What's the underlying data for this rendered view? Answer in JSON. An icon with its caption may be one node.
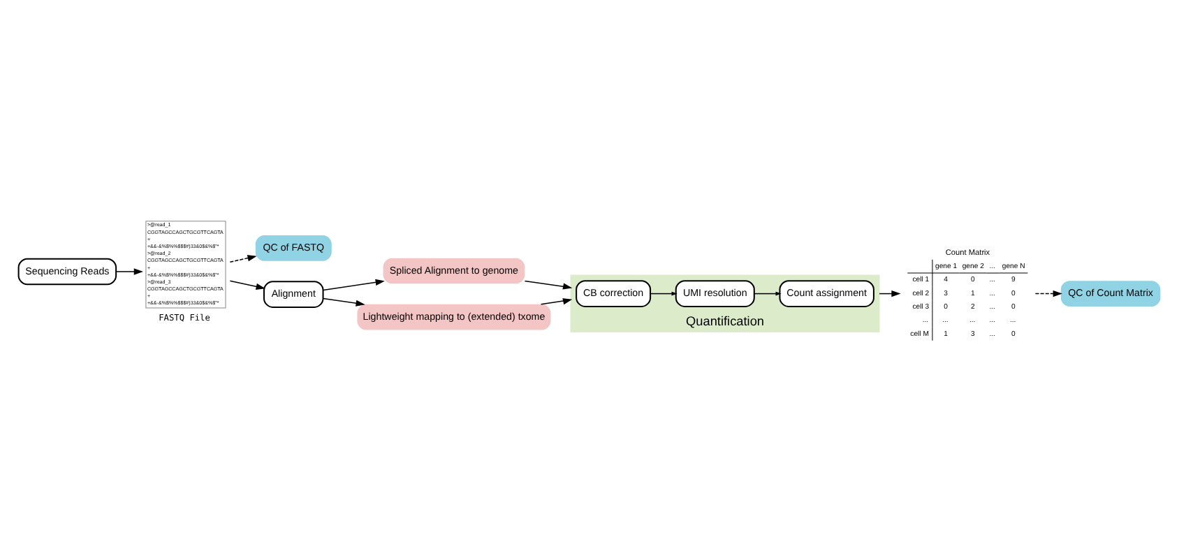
{
  "diagram": {
    "nodes": [
      {
        "text": [
          "Sequencing Reads"
        ]
      },
      {
        "text": [
          ">@read_1",
          "CGGTAGCCAGCTGCGTTCAGTA",
          "+",
          "+&&-&%$%%$$$#)33&0$&%$\"*",
          ">@read_2",
          "CGGTAGCCAGCTGCGTTCAGTA",
          "+",
          "+&&-&%$%%$$$#)33&0$&%$\"*",
          ">@read_3",
          "CGGTAGCCAGCTGCGTTCAGTA",
          "+",
          "+&&-&%$%%$$$#)33&0$&%$\"*"
        ],
        "beside": [
          "FASTQ File"
        ]
      },
      {
        "text": [
          "QC of FASTQ"
        ]
      },
      {
        "text": [
          "Alignment"
        ]
      },
      {
        "text": [
          "Spliced Alignment to genome"
        ]
      },
      {
        "text": [
          "Lightweight mapping to (extended) txome"
        ]
      },
      {
        "text": [
          "Quantification"
        ]
      },
      {
        "text": [
          "Count assignment"
        ],
        "in": 6
      },
      {
        "text": [
          "UMI resolution"
        ],
        "in": 6
      },
      {
        "text": [
          "CB correction"
        ],
        "in": 6
      },
      {
        "text": [
          "Count Matrix",
          "gene 1",
          "gene 2",
          "...",
          "gene N",
          "cell 1",
          "4",
          "0",
          "...",
          "9",
          "cell 2",
          "3",
          "1",
          "...",
          "0",
          "cell 3",
          "0",
          "2",
          "...",
          "0",
          "...",
          "...",
          "...",
          "...",
          "...",
          "cell M",
          "1",
          "3",
          "...",
          "0"
        ]
      },
      {
        "text": [
          "QC of Count Matrix"
        ]
      }
    ],
    "edges": [
      {
        "from": 0,
        "to": 1,
        "arrow": "to"
      },
      {
        "from": 1,
        "to": 2,
        "arrow": "to",
        "style": "dashed"
      },
      {
        "from": 1,
        "to": 3,
        "arrow": "to"
      },
      {
        "from": 3,
        "to": 4,
        "arrow": "to"
      },
      {
        "from": 3,
        "to": 5,
        "arrow": "to"
      },
      {
        "from": 4,
        "to": 6,
        "arrow": "to"
      },
      {
        "from": 5,
        "to": 6,
        "arrow": "to"
      },
      {
        "from": 9,
        "to": 8,
        "arrow": "to"
      },
      {
        "from": 8,
        "to": 7,
        "arrow": "to"
      },
      {
        "from": 6,
        "to": 10,
        "arrow": "to"
      },
      {
        "from": 10,
        "to": 11,
        "arrow": "to",
        "style": "dashed"
      }
    ]
  }
}
